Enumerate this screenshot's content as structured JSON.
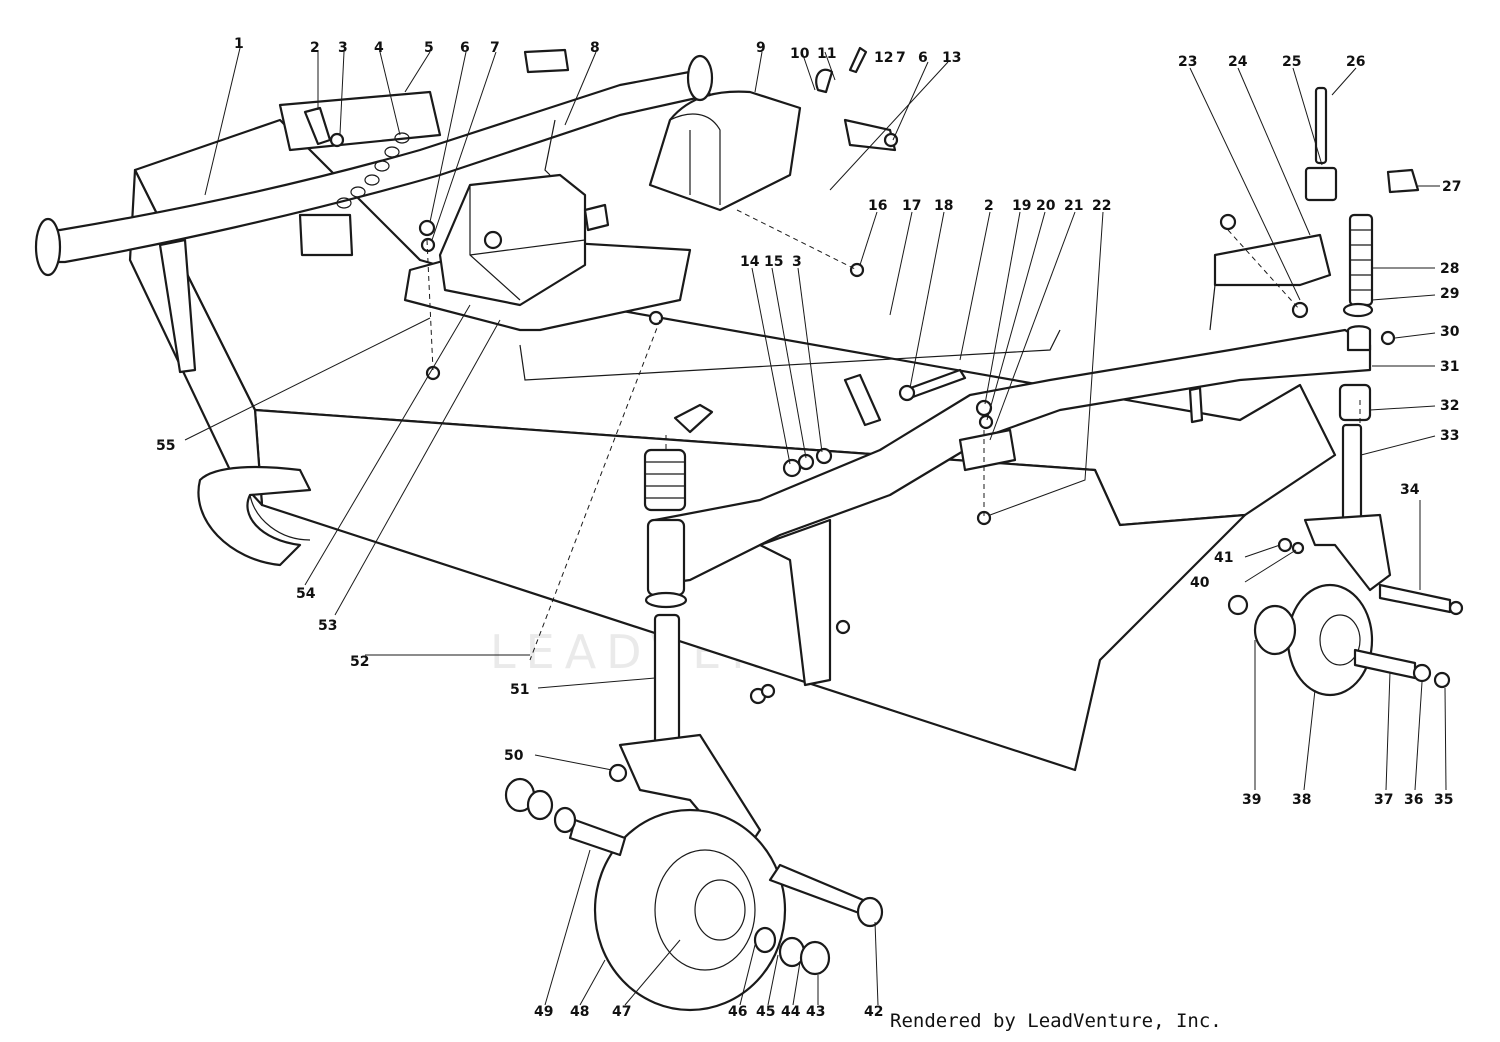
{
  "diagram": {
    "credit": "Rendered by LeadVenture, Inc.",
    "watermark": "LEADVENTURE",
    "callouts": [
      "1",
      "2",
      "3",
      "4",
      "5",
      "6",
      "7",
      "8",
      "9",
      "10",
      "11",
      "12",
      "7",
      "6",
      "13",
      "16",
      "17",
      "18",
      "2",
      "19",
      "20",
      "21",
      "22",
      "14",
      "15",
      "3",
      "23",
      "24",
      "25",
      "26",
      "27",
      "28",
      "29",
      "30",
      "31",
      "32",
      "33",
      "34",
      "41",
      "40",
      "55",
      "54",
      "53",
      "52",
      "51",
      "50",
      "49",
      "48",
      "47",
      "46",
      "45",
      "44",
      "43",
      "42",
      "39",
      "38",
      "37",
      "36",
      "35"
    ]
  }
}
